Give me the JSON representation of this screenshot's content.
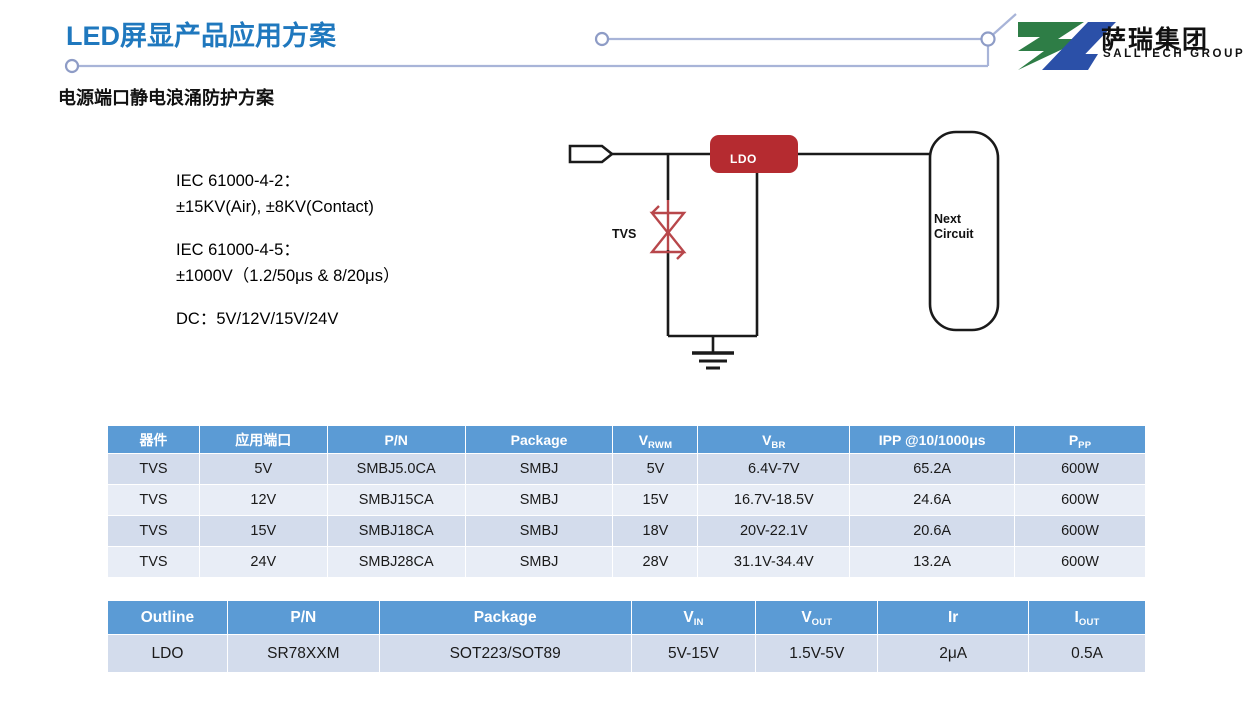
{
  "header": {
    "title": "LED屏显产品应用方案",
    "subtitle": "电源端口静电浪涌防护方案",
    "accent_color": "#1F78BE",
    "deco_line_color": "#A8B4D8"
  },
  "logo": {
    "name_cn": "萨瑞集团",
    "name_en": "SALLTECH GROUP",
    "mark_green": "#2E7D46",
    "mark_blue": "#2B50A8"
  },
  "spec": {
    "line1": "IEC 61000-4-2：",
    "line2": "±15KV(Air), ±8KV(Contact)",
    "line3": "IEC 61000-4-5：",
    "line4": "±1000V（1.2/50μs & 8/20μs）",
    "line5": "DC：5V/12V/15V/24V"
  },
  "circuit": {
    "ldo_label": "LDO",
    "tvs_label": "TVS",
    "next_circuit_line1": "Next",
    "next_circuit_line2": "Circuit",
    "ldo_color": "#B52B30",
    "tvs_color": "#B8474B",
    "wire_color": "#1a1a1a"
  },
  "table_tvs": {
    "headers": [
      {
        "text": "器件",
        "sub": ""
      },
      {
        "text": "应用端口",
        "sub": ""
      },
      {
        "text": "P/N",
        "sub": ""
      },
      {
        "text": "Package",
        "sub": ""
      },
      {
        "text": "V",
        "sub": "RWM"
      },
      {
        "text": "V",
        "sub": "BR"
      },
      {
        "text": "IPP @10/1000μs",
        "sub": ""
      },
      {
        "text": "P",
        "sub": "PP"
      }
    ],
    "rows": [
      [
        "TVS",
        "5V",
        "SMBJ5.0CA",
        "SMBJ",
        "5V",
        "6.4V-7V",
        "65.2A",
        "600W"
      ],
      [
        "TVS",
        "12V",
        "SMBJ15CA",
        "SMBJ",
        "15V",
        "16.7V-18.5V",
        "24.6A",
        "600W"
      ],
      [
        "TVS",
        "15V",
        "SMBJ18CA",
        "SMBJ",
        "18V",
        "20V-22.1V",
        "20.6A",
        "600W"
      ],
      [
        "TVS",
        "24V",
        "SMBJ28CA",
        "SMBJ",
        "28V",
        "31.1V-34.4V",
        "13.2A",
        "600W"
      ]
    ]
  },
  "table_ldo": {
    "headers": [
      {
        "text": "Outline",
        "sub": ""
      },
      {
        "text": "P/N",
        "sub": ""
      },
      {
        "text": "Package",
        "sub": ""
      },
      {
        "text": "V",
        "sub": "IN"
      },
      {
        "text": "V",
        "sub": "OUT"
      },
      {
        "text": "Ir",
        "sub": ""
      },
      {
        "text": "I",
        "sub": "OUT"
      }
    ],
    "rows": [
      [
        "LDO",
        "SR78XXM",
        "SOT223/SOT89",
        "5V-15V",
        "1.5V-5V",
        "2μA",
        "0.5A"
      ]
    ]
  },
  "theme": {
    "table_header_bg": "#5B9BD5",
    "row_odd_bg": "#D3DCEC",
    "row_even_bg": "#E8EDF6"
  }
}
